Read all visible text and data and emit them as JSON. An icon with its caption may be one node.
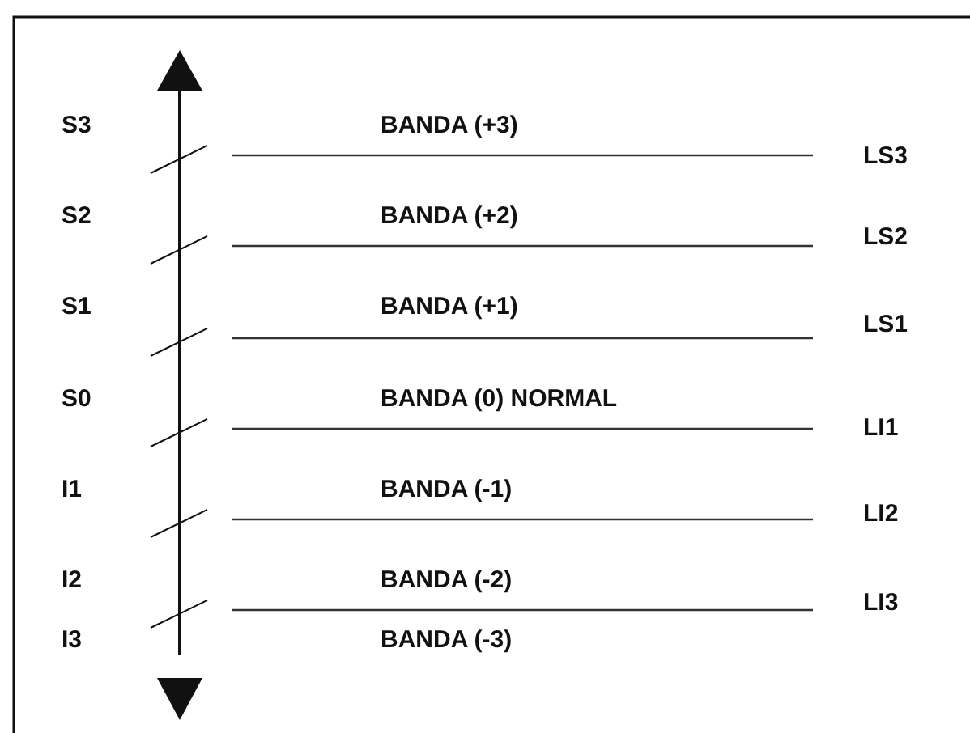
{
  "diagram": {
    "labels": [
      "S3",
      "BANDA (+3)",
      "LS3",
      "S2",
      "BANDA (+2)",
      "LS2",
      "S1",
      "BANDA (+1)",
      "LS1",
      "S0",
      "BANDA (0) NORMAL",
      "LI1",
      "I1",
      "BANDA (-1)",
      "LI2",
      "I2",
      "BANDA (-2)",
      "LI3",
      "I3",
      "BANDA (-3)"
    ]
  }
}
